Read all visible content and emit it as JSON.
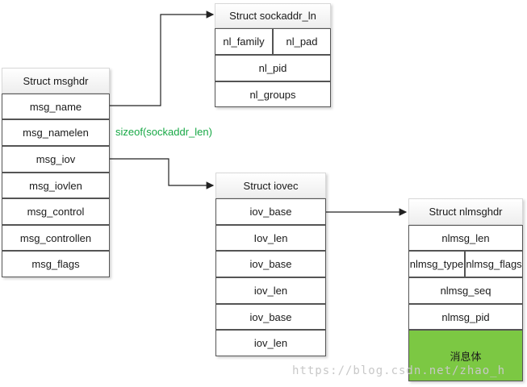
{
  "msghdr": {
    "title": "Struct msghdr",
    "fields": [
      "msg_name",
      "msg_namelen",
      "msg_iov",
      "msg_iovlen",
      "msg_control",
      "msg_controllen",
      "msg_flags"
    ]
  },
  "sockaddr": {
    "title": "Struct sockaddr_ln",
    "row1": [
      "nl_family",
      "nl_pad"
    ],
    "row2": "nl_pid",
    "row3": "nl_groups"
  },
  "namelen_annotation": "sizeof(sockaddr_len)",
  "iovec": {
    "title": "Struct iovec",
    "fields": [
      "iov_base",
      "Iov_len",
      "iov_base",
      "iov_len",
      "iov_base",
      "iov_len"
    ]
  },
  "nlmsghdr": {
    "title": "Struct nlmsghdr",
    "row1": "nlmsg_len",
    "row2": [
      "nlmsg_type",
      "nlmsg_flags"
    ],
    "row3": "nlmsg_seq",
    "row4": "nlmsg_pid",
    "body": "消息体"
  },
  "colors": {
    "annotation": "#17a845",
    "body_fill": "#7cc843",
    "border": "#555555"
  },
  "watermark": "https://blog.csdn.net/zhao_h"
}
